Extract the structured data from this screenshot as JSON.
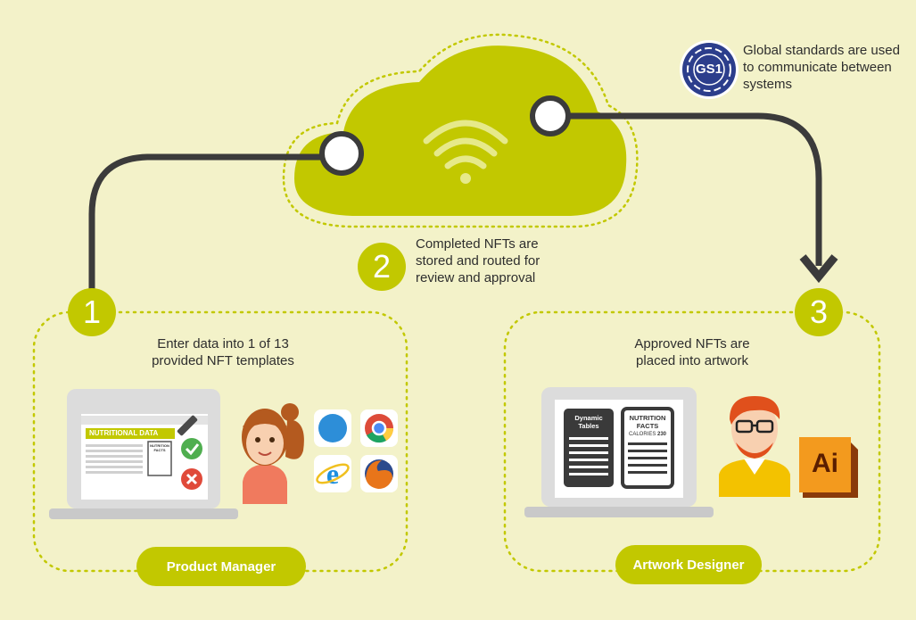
{
  "steps": [
    {
      "number": "1",
      "description": "Enter data into 1 of 13 provided NFT templates",
      "role": "Product Manager"
    },
    {
      "number": "2",
      "description": "Completed NFTs are stored and routed for review and approval"
    },
    {
      "number": "3",
      "description": "Approved NFTs are placed into artwork",
      "role": "Artwork Designer"
    }
  ],
  "gs1": {
    "logo_text": "GS1",
    "description": "Global standards are used to communicate between systems"
  },
  "laptop_left": {
    "screen_title": "NUTRITIONAL DATA",
    "mini_label": "NUTRITION FACTS"
  },
  "laptop_right": {
    "panel_left_title": "Dynamic Tables",
    "panel_right_title": "NUTRITION FACTS",
    "calories_label": "CALORIES",
    "calories_value": "230"
  },
  "software_icon": {
    "label": "Ai"
  },
  "browsers": [
    "safari-icon",
    "chrome-icon",
    "internet-explorer-icon",
    "firefox-icon"
  ],
  "colors": {
    "background": "#f3f2c9",
    "accent": "#c2c800",
    "dark": "#3a3a3a"
  }
}
